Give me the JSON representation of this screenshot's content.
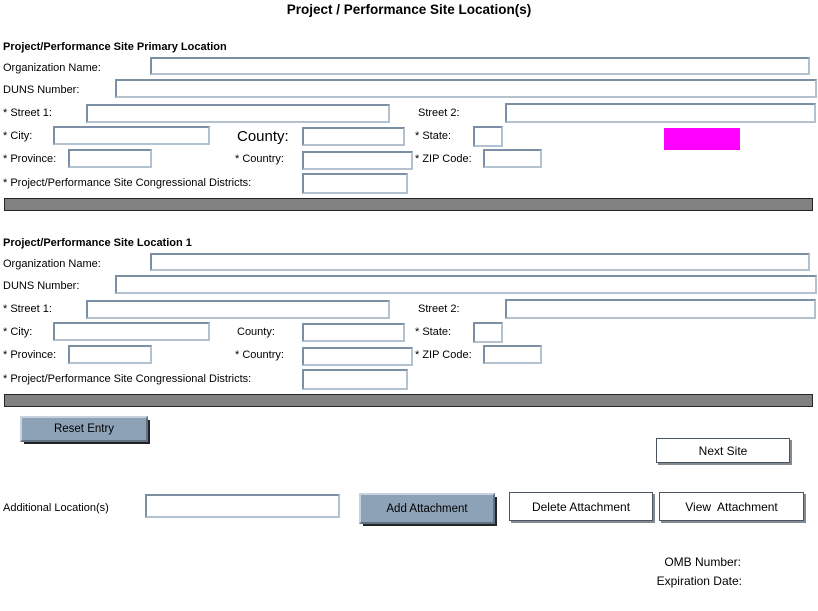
{
  "title": "Project / Performance Site Location(s)",
  "colors": {
    "highlight": "#ff00ff",
    "button_gray": "#8da1b7",
    "divider_bar": "#818181",
    "input_border": "#7b90a4"
  },
  "labels": {
    "org_name": "Organization Name:",
    "duns": "DUNS Number:",
    "street1": "* Street 1:",
    "street2": "Street 2:",
    "city": "* City:",
    "county": "County:",
    "state": "* State:",
    "province": "* Province:",
    "country": "* Country:",
    "zip": "* ZIP Code:",
    "districts": "* Project/Performance Site Congressional Districts:"
  },
  "sections": [
    {
      "title": "Project/Performance Site Primary Location"
    },
    {
      "title": "Project/Performance Site Location 1"
    }
  ],
  "values": {
    "empty": ""
  },
  "buttons": {
    "reset": "Reset Entry",
    "next_site": "Next Site",
    "add_attachment": "Add Attachment",
    "delete_attachment": "Delete Attachment",
    "view_attachment": "View  Attachment"
  },
  "additional_locations_label": "Additional Location(s)",
  "footer": {
    "omb_number": "OMB Number:",
    "expiration_date": "Expiration Date:"
  }
}
